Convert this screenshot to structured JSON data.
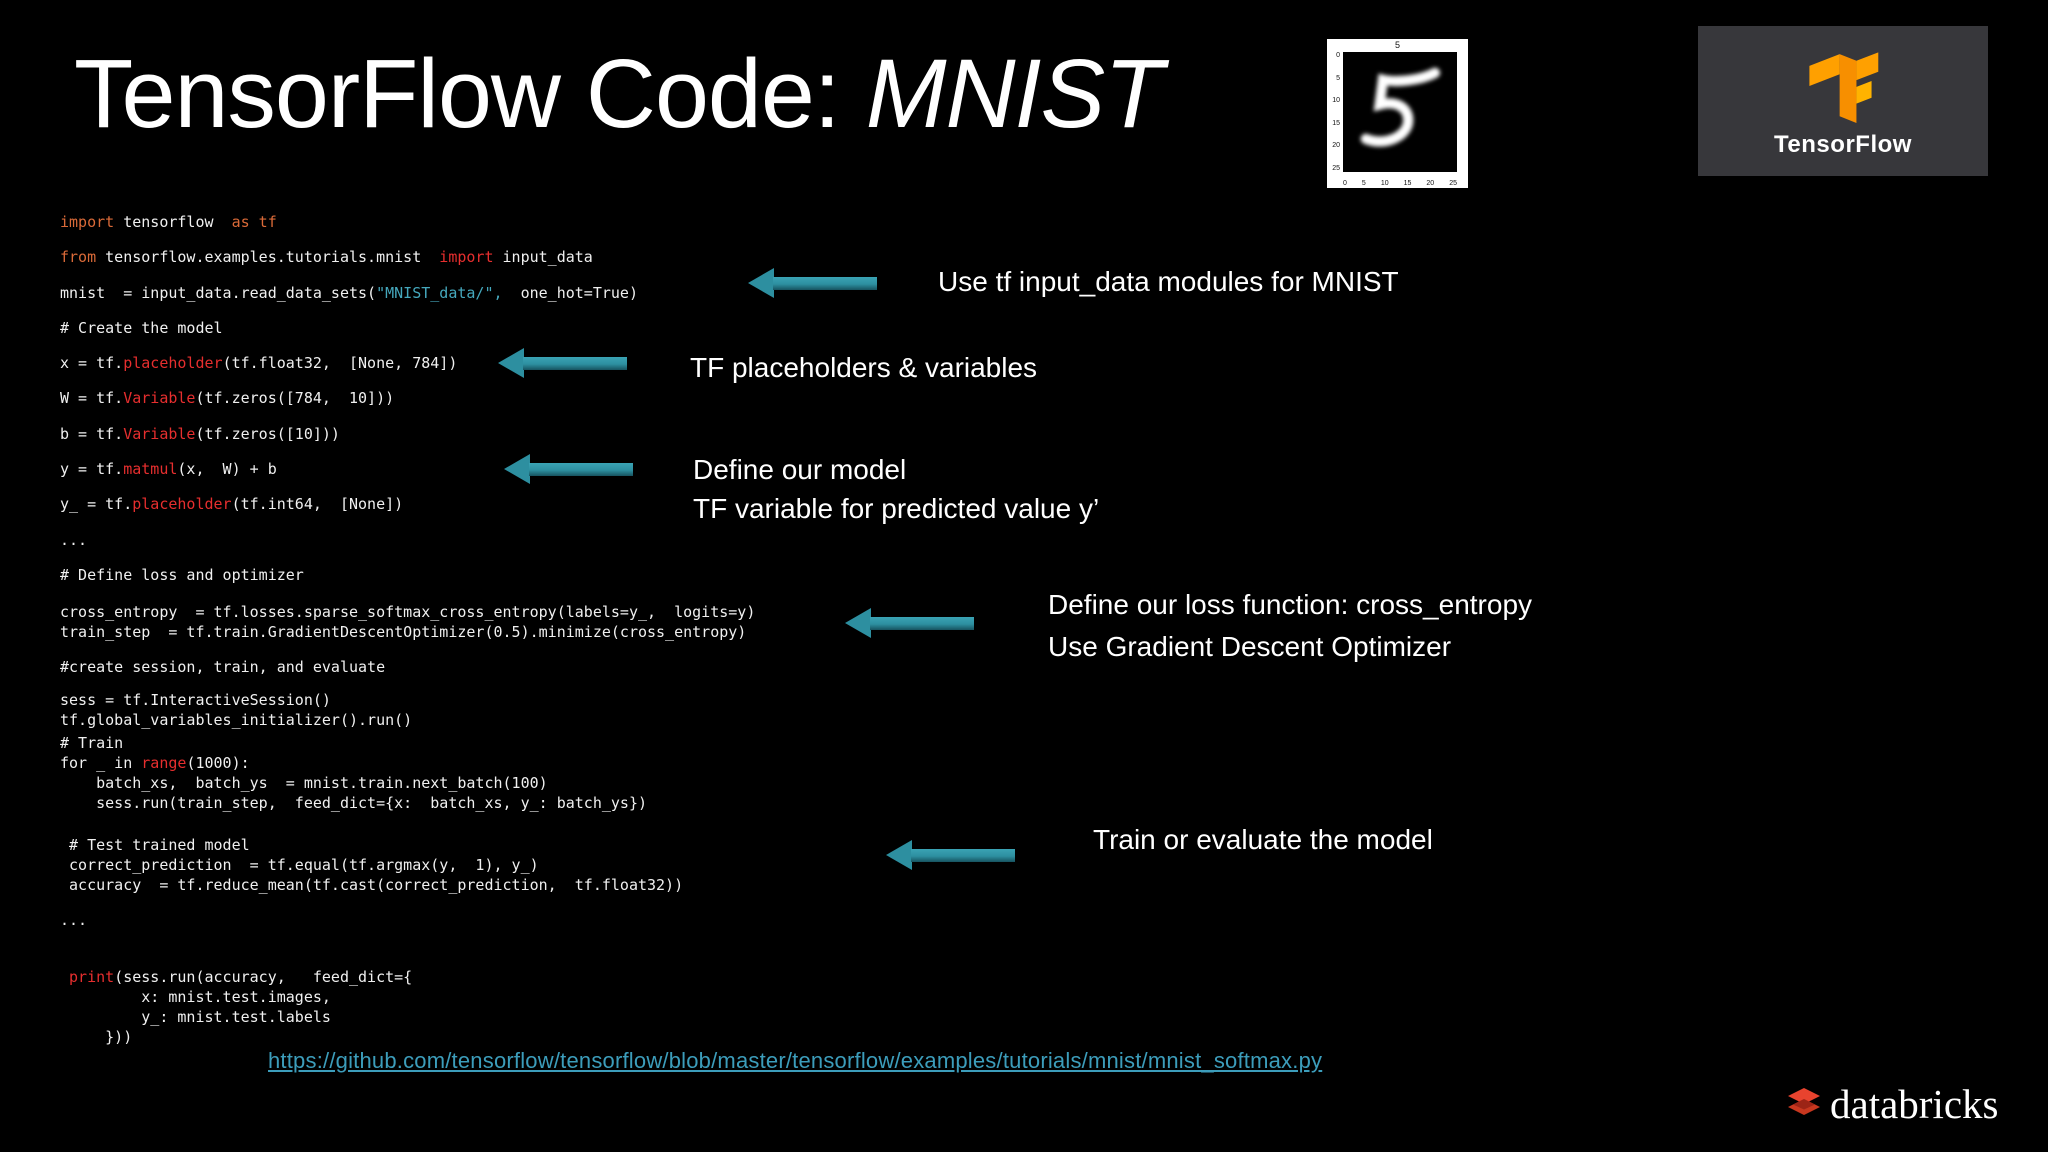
{
  "title": {
    "main": "TensorFlow Code: ",
    "emph": "MNIST"
  },
  "colors": {
    "background": "#000000",
    "arrow_teal": "#2d8fa0",
    "code_keyword_orange": "#da6a38",
    "code_function_red": "#e62e2e",
    "code_string_teal": "#45a8bd",
    "url_teal": "#3c9dbb",
    "tf_logo_orange": "#f78f00",
    "tf_box_bg": "#37373b",
    "databricks_red": "#e8432e"
  },
  "code": {
    "blocks": [
      {
        "lines": [
          [
            {
              "t": "import",
              "c": "orange"
            },
            {
              "t": " tensorflow  ",
              "c": "w"
            },
            {
              "t": "as tf",
              "c": "orange"
            }
          ],
          [
            {
              "t": "from",
              "c": "orange"
            },
            {
              "t": " tensorflow.examples.tutorials.mnist  ",
              "c": "w"
            },
            {
              "t": "import",
              "c": "red"
            },
            {
              "t": " input_data",
              "c": "w"
            }
          ],
          [
            {
              "t": "mnist  = input_data.read_data_sets(",
              "c": "w"
            },
            {
              "t": "\"MNIST_data/\",",
              "c": "teal"
            },
            {
              "t": "  one_hot=True)",
              "c": "w"
            }
          ],
          [
            {
              "t": "# Create the model",
              "c": "w"
            }
          ],
          [
            {
              "t": "x = tf.",
              "c": "w"
            },
            {
              "t": "placeholder",
              "c": "red"
            },
            {
              "t": "(tf.float32,  [None, 784])",
              "c": "w"
            }
          ],
          [
            {
              "t": "W = tf.",
              "c": "w"
            },
            {
              "t": "Variable",
              "c": "red"
            },
            {
              "t": "(tf.zeros([784,  10]))",
              "c": "w"
            }
          ],
          [
            {
              "t": "b = tf.",
              "c": "w"
            },
            {
              "t": "Variable",
              "c": "red"
            },
            {
              "t": "(tf.zeros([10]))",
              "c": "w"
            }
          ],
          [
            {
              "t": "y = tf.",
              "c": "w"
            },
            {
              "t": "matmul",
              "c": "red"
            },
            {
              "t": "(x,  W) + b",
              "c": "w"
            }
          ],
          [
            {
              "t": "y_ = tf.",
              "c": "w"
            },
            {
              "t": "placeholder",
              "c": "red"
            },
            {
              "t": "(tf.int64,  [None])",
              "c": "w"
            }
          ],
          [
            {
              "t": "...",
              "c": "w"
            }
          ],
          [
            {
              "t": "# Define loss and optimizer",
              "c": "w"
            }
          ]
        ]
      },
      {
        "lines": [
          [
            {
              "t": "cross_entropy  = tf.losses.sparse_softmax_cross_entropy(labels=y_,  logits=y)",
              "c": "w"
            }
          ],
          [
            {
              "t": "train_step  = tf.train.GradientDescentOptimizer(0.5).minimize(cross_entropy)",
              "c": "w"
            }
          ]
        ]
      },
      {
        "lines": [
          [
            {
              "t": "#create session, train, and evaluate",
              "c": "w"
            }
          ]
        ]
      },
      {
        "lines": [
          [
            {
              "t": "sess = tf.InteractiveSession()",
              "c": "w"
            }
          ],
          [
            {
              "t": "tf.global_variables_initializer().run()",
              "c": "w"
            }
          ]
        ]
      },
      {
        "lines": [
          [
            {
              "t": "# Train",
              "c": "w"
            }
          ],
          [
            {
              "t": "for _ in ",
              "c": "w"
            },
            {
              "t": "range",
              "c": "red"
            },
            {
              "t": "(1000):",
              "c": "w"
            }
          ],
          [
            {
              "t": "    batch_xs,  batch_ys  = mnist.train.next_batch(100)",
              "c": "w"
            }
          ],
          [
            {
              "t": "    sess.run(train_step,  feed_dict={x:  batch_xs, y_: batch_ys})",
              "c": "w"
            }
          ]
        ]
      },
      {
        "lines": [
          [
            {
              "t": " # Test trained model",
              "c": "w"
            }
          ],
          [
            {
              "t": " correct_prediction  = tf.equal(tf.argmax(y,  1), y_)",
              "c": "w"
            }
          ],
          [
            {
              "t": " accuracy  = tf.reduce_mean(tf.cast(correct_prediction,  tf.float32))",
              "c": "w"
            }
          ]
        ]
      },
      {
        "lines": [
          [
            {
              "t": "...",
              "c": "w"
            }
          ]
        ]
      },
      {
        "lines": [
          [
            {
              "t": " ",
              "c": "w"
            },
            {
              "t": "print",
              "c": "red"
            },
            {
              "t": "(sess.run(accuracy,   feed_dict={",
              "c": "w"
            }
          ],
          [
            {
              "t": "         x: mnist.test.images,",
              "c": "w"
            }
          ],
          [
            {
              "t": "         y_: mnist.test.labels",
              "c": "w"
            }
          ],
          [
            {
              "t": "     }))",
              "c": "w"
            }
          ]
        ]
      }
    ]
  },
  "annotations": [
    {
      "lines": [
        "Use tf input_data modules for MNIST"
      ]
    },
    {
      "lines": [
        "TF placeholders & variables"
      ]
    },
    {
      "lines": [
        "Define our model",
        "TF variable for predicted value y’"
      ]
    },
    {
      "lines": [
        "Define our loss function: cross_entropy",
        "Use Gradient Descent Optimizer"
      ]
    },
    {
      "lines": [
        "Train or evaluate the model"
      ]
    }
  ],
  "mnist_figure": {
    "plot_title": "5",
    "digit": "5",
    "x_ticks": [
      "0",
      "5",
      "10",
      "15",
      "20",
      "25"
    ],
    "y_ticks": [
      "0",
      "5",
      "10",
      "15",
      "20",
      "25"
    ]
  },
  "tensorflow_logo": {
    "label": "TensorFlow"
  },
  "footer": {
    "url": "https://github.com/tensorflow/tensorflow/blob/master/tensorflow/examples/tutorials/mnist/mnist_softmax.py"
  },
  "branding": {
    "databricks_label": "databricks"
  }
}
